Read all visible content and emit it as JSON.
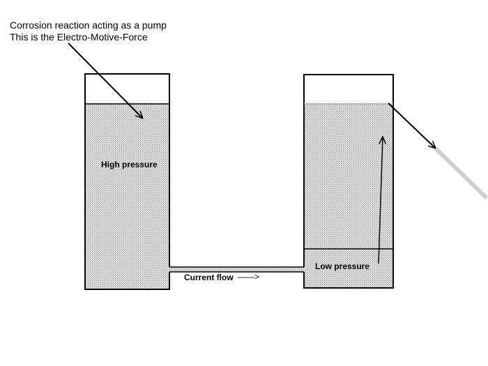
{
  "caption": {
    "line1": "Corrosion reaction acting as a pump",
    "line2": "This is the Electro-Motive-Force"
  },
  "labels": {
    "high_pressure": "High pressure",
    "low_pressure": "Low pressure",
    "current_flow": "Current flow",
    "current_arrow": "——>"
  },
  "colors": {
    "stipple": "#9a9a9a",
    "line": "#000000"
  }
}
